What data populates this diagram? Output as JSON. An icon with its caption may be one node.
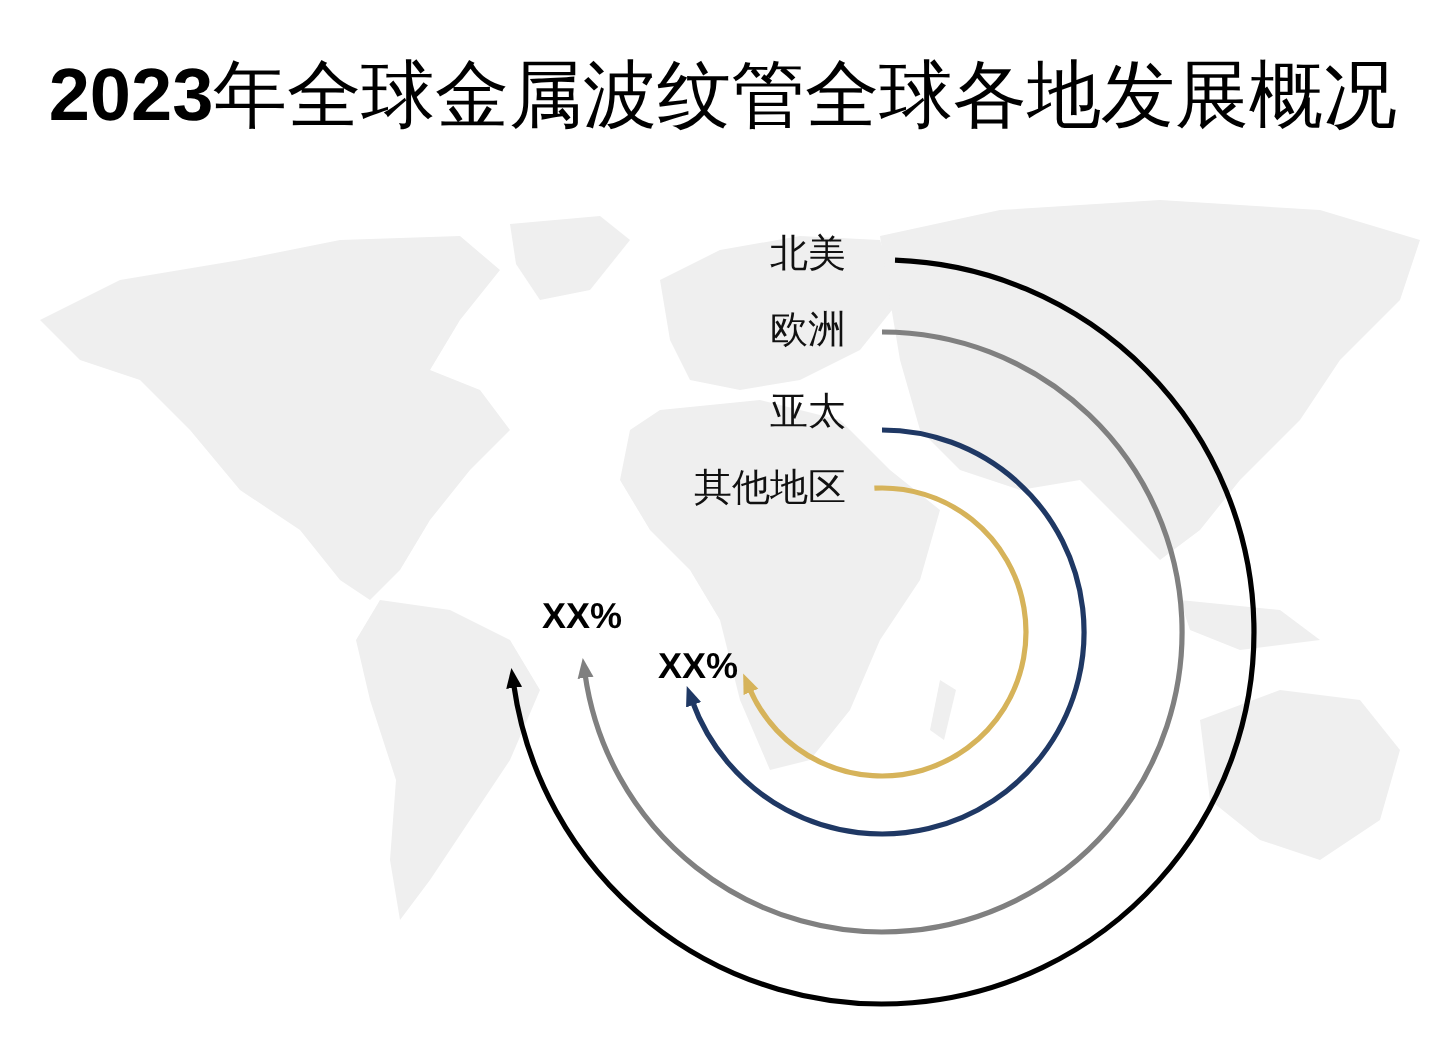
{
  "diagram": {
    "title": "**2023**年全球金属波纹管全球各地发展概况",
    "labels": [
      "北美",
      "欧洲",
      "亚太",
      "其他地区",
      "XX%",
      "XX%"
    ]
  }
}
